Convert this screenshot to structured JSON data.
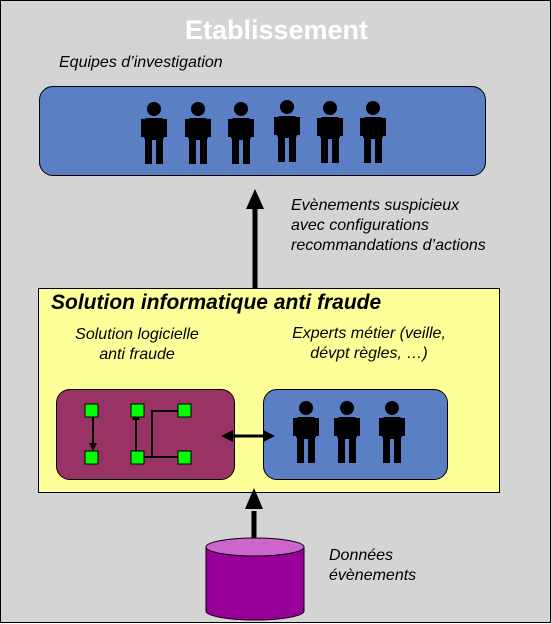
{
  "diagram": {
    "title": "Etablissement",
    "teams_label": "Equipes d’investigation",
    "events_label": "Evènements suspicieux\navec configurations\nrecommandations d’actions",
    "solution_title": "Solution informatique anti fraude",
    "software_label": "Solution logicielle\nanti fraude",
    "experts_label": "Experts métier (veille,\ndévpt règles, …)",
    "data_label": "Données\névènements"
  },
  "colors": {
    "background": "#d4d4d4",
    "panel_blue": "#5b7fc4",
    "solution_yellow": "#ffff99",
    "software_plum": "#993366",
    "node_green": "#00ff00",
    "database": "#990099"
  }
}
